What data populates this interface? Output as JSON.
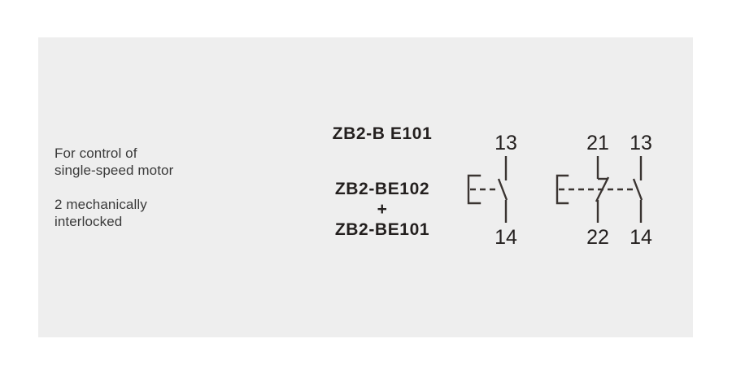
{
  "panel": {
    "background_color": "#eeeeee",
    "page_background_color": "#ffffff"
  },
  "description": {
    "paragraphs": [
      {
        "lines": [
          "For control of",
          "single-speed motor"
        ]
      },
      {
        "lines": [
          "2 mechanically",
          "interlocked"
        ]
      }
    ]
  },
  "part_numbers": {
    "top": "ZB2-B E101",
    "group": [
      "ZB2-BE102",
      "+",
      "ZB2-BE101"
    ]
  },
  "diagrams": [
    {
      "name": "single-no-contact",
      "contacts": [
        {
          "type": "normally-open",
          "top_terminal": "13",
          "bottom_terminal": "14"
        }
      ]
    },
    {
      "name": "nc-plus-no-contact",
      "contacts": [
        {
          "type": "normally-closed",
          "top_terminal": "21",
          "bottom_terminal": "22"
        },
        {
          "type": "normally-open",
          "top_terminal": "13",
          "bottom_terminal": "14"
        }
      ]
    }
  ],
  "symbol_colors": {
    "line": "#3a3431",
    "text": "#231f1e"
  }
}
